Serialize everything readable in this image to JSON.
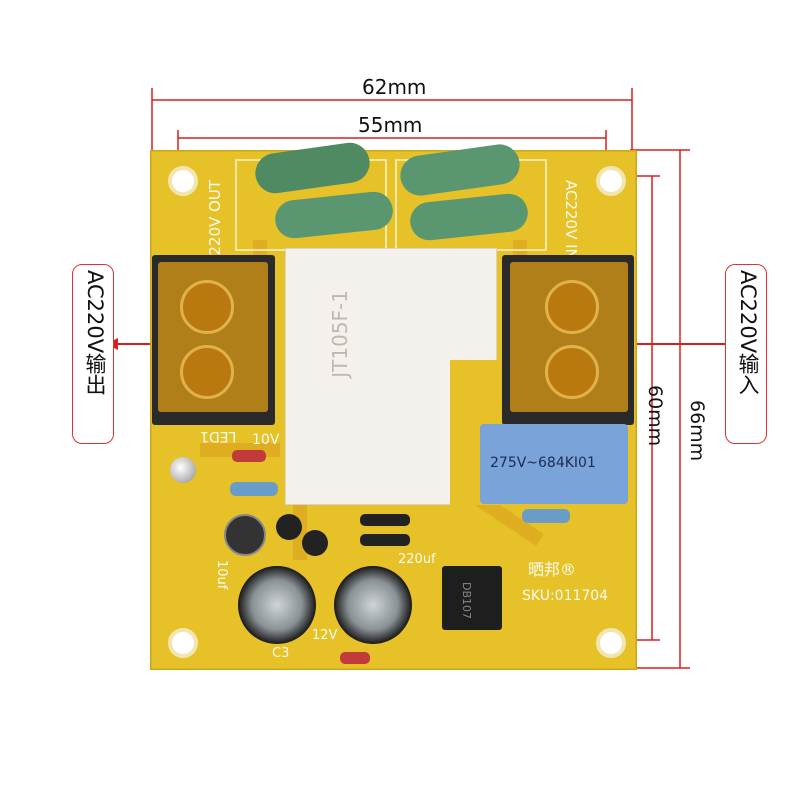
{
  "dimensions": {
    "width_outer": "62mm",
    "width_inner": "55mm",
    "height_inner": "60mm",
    "height_outer": "66mm"
  },
  "labels": {
    "output_callout": "AC220V输出",
    "input_callout": "AC220V输入"
  },
  "board": {
    "silk_out": "AC220V OUT",
    "silk_in": "AC220V IN",
    "relay_model": "JT105F-1",
    "capacitor_marking": "275V~684KI01",
    "led_label": "LED1",
    "v10": "10V",
    "cap_220uf": "220uf",
    "cap_10uf": "10uf",
    "v12": "12V",
    "c3": "C3",
    "brand": "晒邦®",
    "sku": "SKU:011704",
    "bridge_marking": "DB107"
  },
  "colors": {
    "pcb": "#e8c325",
    "arrow": "#d62020"
  }
}
